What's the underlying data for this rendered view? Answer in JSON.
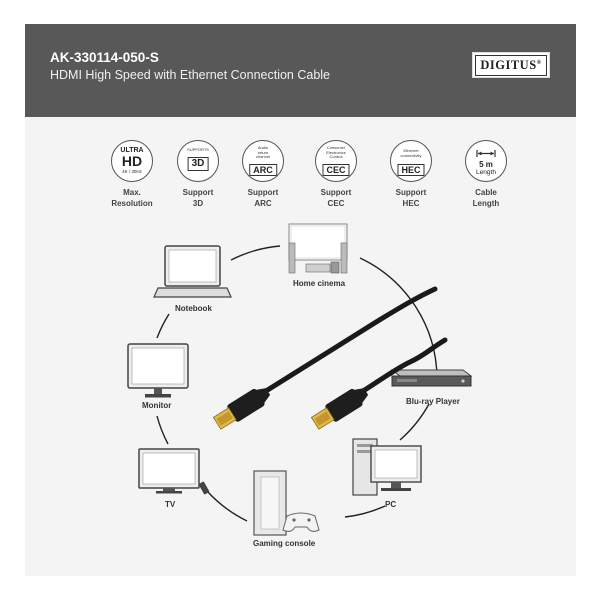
{
  "header": {
    "sku": "AK-330114-050-S",
    "subtitle": "HDMI High Speed with Ethernet Connection Cable",
    "brand": "DIGITUS",
    "brand_mark": "®"
  },
  "features": [
    {
      "icon": "ultra-hd-icon",
      "top": "ULTRA",
      "main": "HD",
      "sub": "4K / 30Hz",
      "label1": "Max.",
      "label2": "Resolution"
    },
    {
      "icon": "3d-icon",
      "top": "SUPPORTS",
      "main": "3D",
      "label1": "Support",
      "label2": "3D"
    },
    {
      "icon": "arc-icon",
      "top1": "Audio",
      "top2": "return",
      "top3": "channel",
      "main": "ARC",
      "label1": "Support",
      "label2": "ARC"
    },
    {
      "icon": "cec-icon",
      "top1": "Consumer",
      "top2": "Electronics",
      "top3": "Control",
      "main": "CEC",
      "label1": "Support",
      "label2": "CEC"
    },
    {
      "icon": "hec-icon",
      "top1": "Ethernet",
      "top2": "connectivity",
      "main": "HEC",
      "label1": "Support",
      "label2": "HEC"
    },
    {
      "icon": "length-icon",
      "main": "5 m",
      "sub": "Length",
      "label1": "Cable",
      "label2": "Length"
    }
  ],
  "devices": {
    "home_cinema": "Home cinema",
    "notebook": "Notebook",
    "monitor": "Monitor",
    "tv": "TV",
    "gaming_console": "Gaming console",
    "pc": "PC",
    "bluray": "Blu-ray Player"
  },
  "colors": {
    "header_bg": "#585858",
    "panel_bg": "#f4f4f4",
    "connector_gold": "#e0b84a",
    "cable": "#1a1a1a"
  }
}
